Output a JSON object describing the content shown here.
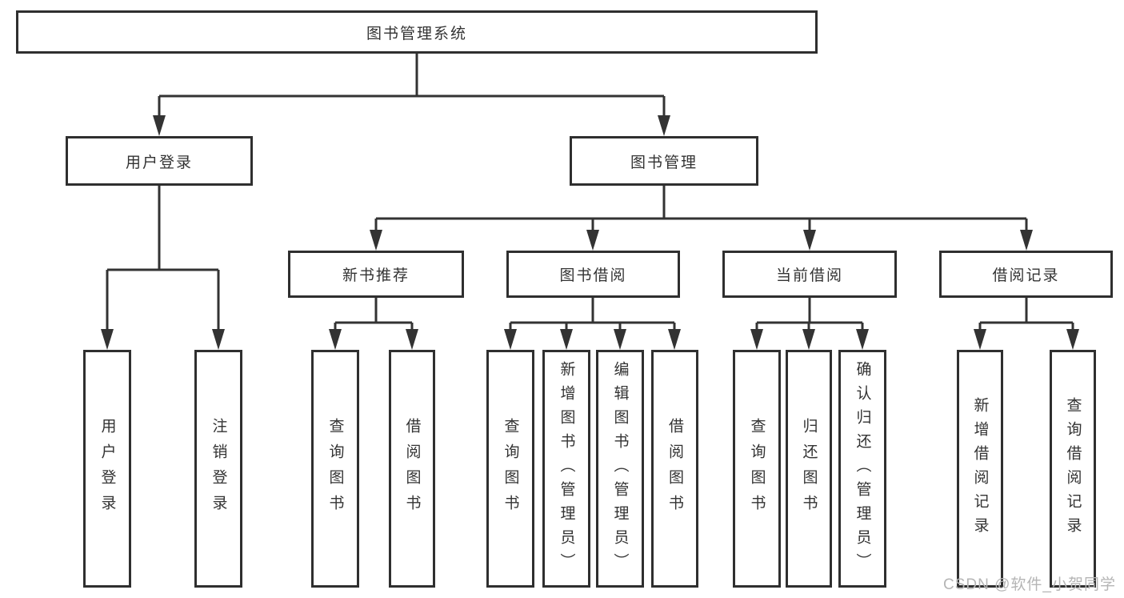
{
  "page": {
    "background_color": "#ffffff",
    "line_color": "#333333",
    "box_border_color": "#2f2f2f",
    "text_color": "#333333",
    "watermark_color": "#b5b5b5"
  },
  "tree": {
    "root": "图书管理系统",
    "branches": [
      {
        "label": "用户登录",
        "leaves": [
          "用户登录",
          "注销登录"
        ]
      },
      {
        "label": "图书管理",
        "sections": [
          {
            "label": "新书推荐",
            "leaves": [
              "查询图书",
              "借阅图书"
            ]
          },
          {
            "label": "图书借阅",
            "leaves": [
              "查询图书",
              "新增图书（管理员）",
              "编辑图书（管理员）",
              "借阅图书"
            ]
          },
          {
            "label": "当前借阅",
            "leaves": [
              "查询图书",
              "归还图书",
              "确认归还（管理员）"
            ]
          },
          {
            "label": "借阅记录",
            "leaves": [
              "新增借阅记录",
              "查询借阅记录"
            ]
          }
        ]
      }
    ]
  },
  "watermark": {
    "text": "CSDN @软件_小贺同学"
  }
}
